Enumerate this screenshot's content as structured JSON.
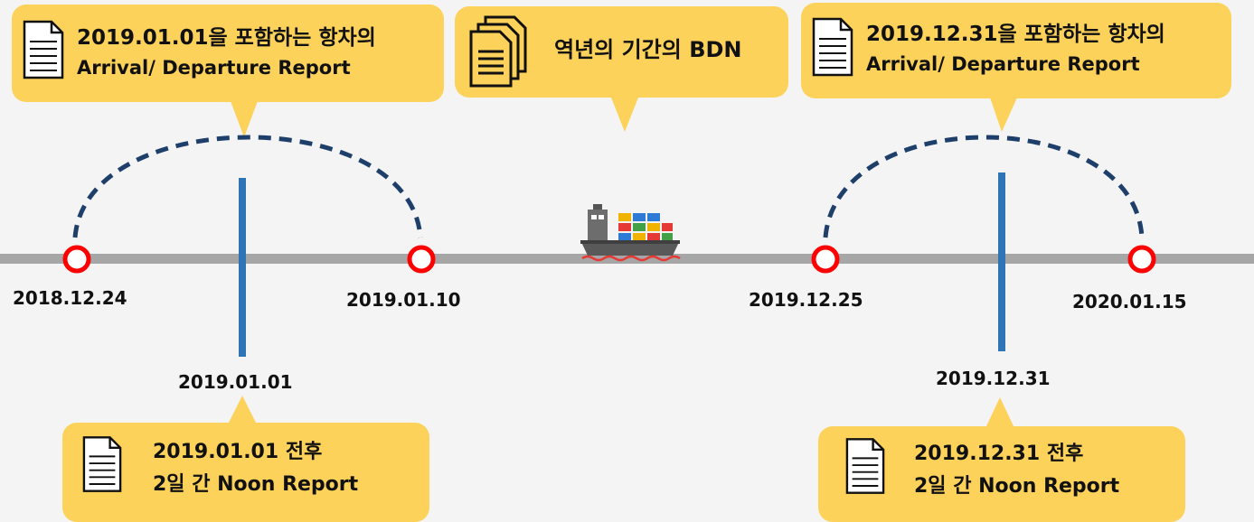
{
  "colors": {
    "callout": "#fcd25a",
    "timeline": "#a6a6a6",
    "arc": "#1f3f6b",
    "marker": "#2e75b6",
    "circle": "#ff0000"
  },
  "callouts": {
    "start": {
      "line1": "2019.01.01을 포함하는 항차의",
      "line2": "Arrival/ Departure Report",
      "icon": "document-icon"
    },
    "middle": {
      "line1": "역년의 기간의 BDN",
      "icon": "documents-stack-icon"
    },
    "end": {
      "line1": "2019.12.31을 포함하는 항차의",
      "line2": "Arrival/ Departure Report",
      "icon": "document-icon"
    },
    "noon_start": {
      "line1": "2019.01.01 전후",
      "line2": "2일 간 Noon Report",
      "icon": "document-icon"
    },
    "noon_end": {
      "line1": "2019.12.31 전후",
      "line2": "2일 간 Noon Report",
      "icon": "document-icon"
    }
  },
  "dates": {
    "voyage1_start": "2018.12.24",
    "voyage1_end": "2019.01.10",
    "marker1": "2019.01.01",
    "voyage2_start": "2019.12.25",
    "voyage2_end": "2020.01.15",
    "marker2": "2019.12.31"
  },
  "ship_icon": "container-ship-icon"
}
